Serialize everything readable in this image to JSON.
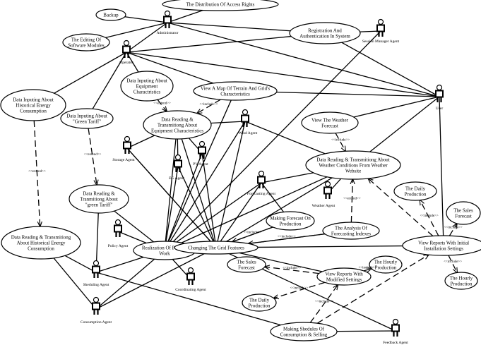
{
  "use_cases": [
    {
      "id": "distribution",
      "lines": [
        "The Distribution Of Access Rights"
      ]
    },
    {
      "id": "backup",
      "lines": [
        "Backup"
      ]
    },
    {
      "id": "editing",
      "lines": [
        "The Editing Of",
        "Software Modules"
      ]
    },
    {
      "id": "registration",
      "lines": [
        "Registration And",
        "Authentication In System"
      ]
    },
    {
      "id": "data-equip",
      "lines": [
        "Data Inputing About",
        "Equipment",
        "Charactristics"
      ]
    },
    {
      "id": "view-map",
      "lines": [
        "View A Map Of Terrain And Grid's",
        "Characteristics"
      ]
    },
    {
      "id": "hist-energy",
      "lines": [
        "Data Inputing About",
        "Historical Energy",
        "Consumption"
      ]
    },
    {
      "id": "green-tariff",
      "lines": [
        "Data Inputing About",
        "\"Green Tariff\""
      ]
    },
    {
      "id": "reading-equip",
      "lines": [
        "Data Reading &",
        "Transmitiong  About",
        "Equipment Characteristics"
      ]
    },
    {
      "id": "view-weather",
      "lines": [
        "View The Weather",
        "Forecast"
      ]
    },
    {
      "id": "reading-weather",
      "lines": [
        "Data Reading & Transmitiong  About",
        "Weather Conditions From Weather",
        "Website"
      ]
    },
    {
      "id": "reading-green",
      "lines": [
        "Data Reading &",
        "Tranmitiong About",
        "\"green Tariff\""
      ]
    },
    {
      "id": "daily-prod-1",
      "lines": [
        "The Daily",
        "Production"
      ]
    },
    {
      "id": "sales-forecast-1",
      "lines": [
        "The Sales",
        "Forecast"
      ]
    },
    {
      "id": "reading-hist",
      "lines": [
        "Data Reading & Transmitiong",
        "About Historical Energy",
        "Consumption"
      ]
    },
    {
      "id": "making-forecast",
      "lines": [
        "Making Forecast On",
        "Production"
      ]
    },
    {
      "id": "analysis",
      "lines": [
        "The Analysis Of",
        "Forecasting Indexes"
      ]
    },
    {
      "id": "realization",
      "lines": [
        "Realization Of Parallel",
        "Work"
      ]
    },
    {
      "id": "changing-grid",
      "lines": [
        "Changing The Grid Features"
      ]
    },
    {
      "id": "view-reports-init",
      "lines": [
        "View Reports With Initial",
        "Installation Settings"
      ]
    },
    {
      "id": "sales-forecast-2",
      "lines": [
        "The Sales",
        "Forecast"
      ]
    },
    {
      "id": "hourly-prod-1",
      "lines": [
        "The Hourly",
        "Production"
      ]
    },
    {
      "id": "view-reports-mod",
      "lines": [
        "View Reports With",
        "Modified Settings"
      ]
    },
    {
      "id": "hourly-prod-2",
      "lines": [
        "The Hourly",
        "Production"
      ]
    },
    {
      "id": "daily-prod-2",
      "lines": [
        "The Daily",
        "Production"
      ]
    },
    {
      "id": "making-schedules",
      "lines": [
        "Making Shedules Of",
        "Consumption & Selling"
      ]
    }
  ],
  "actors": [
    {
      "id": "administrator",
      "label": "Administrator"
    },
    {
      "id": "session-manager",
      "label": "Session Manager Agent"
    },
    {
      "id": "operator",
      "label": "Operator"
    },
    {
      "id": "user",
      "label": "User"
    },
    {
      "id": "wind",
      "label": "Wind Agent"
    },
    {
      "id": "storage",
      "label": "Storage Agent"
    },
    {
      "id": "pv",
      "label": "PV Agent"
    },
    {
      "id": "eg",
      "label": "EG Agent"
    },
    {
      "id": "forecasting",
      "label": "Forecasting Agent"
    },
    {
      "id": "weather",
      "label": "Weather Agent"
    },
    {
      "id": "policy",
      "label": "Policy Agent"
    },
    {
      "id": "sheduling",
      "label": "Sheduling Agent"
    },
    {
      "id": "coordinating",
      "label": "Coordinating Agent"
    },
    {
      "id": "consumption",
      "label": "Consumption Agent"
    },
    {
      "id": "feedback",
      "label": "Feedback Agent"
    }
  ],
  "stereotypes": {
    "include": "<<include>>",
    "extend": "<<extend>>"
  }
}
